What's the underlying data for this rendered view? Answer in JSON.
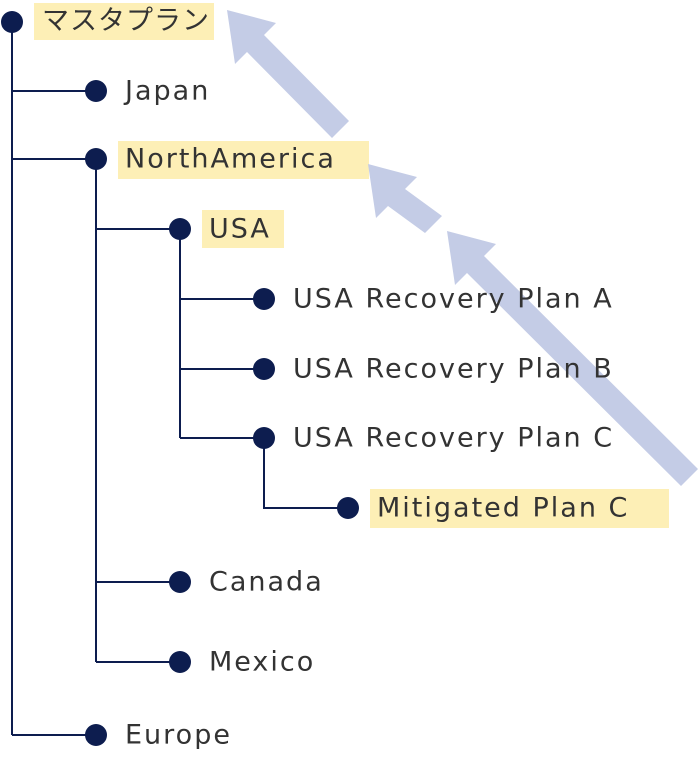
{
  "nodes": [
    {
      "id": "root",
      "label": "マスタプラン",
      "highlight": true
    },
    {
      "id": "japan",
      "label": "Japan",
      "highlight": false
    },
    {
      "id": "northamerica",
      "label": "NorthAmerica",
      "highlight": true
    },
    {
      "id": "usa",
      "label": "USA",
      "highlight": true
    },
    {
      "id": "usa-plan-a",
      "label": "USA Recovery Plan A",
      "highlight": false
    },
    {
      "id": "usa-plan-b",
      "label": "USA Recovery Plan B",
      "highlight": false
    },
    {
      "id": "usa-plan-c",
      "label": "USA Recovery Plan C",
      "highlight": false
    },
    {
      "id": "mitigated-plan-c",
      "label": "Mitigated Plan C",
      "highlight": true
    },
    {
      "id": "canada",
      "label": "Canada",
      "highlight": false
    },
    {
      "id": "mexico",
      "label": "Mexico",
      "highlight": false
    },
    {
      "id": "europe",
      "label": "Europe",
      "highlight": false
    }
  ],
  "colors": {
    "line": "#0d1d4f",
    "dot": "#0d1d4f",
    "highlight": "#fdefb6",
    "arrow": "#c4cce6",
    "text": "#333333"
  }
}
